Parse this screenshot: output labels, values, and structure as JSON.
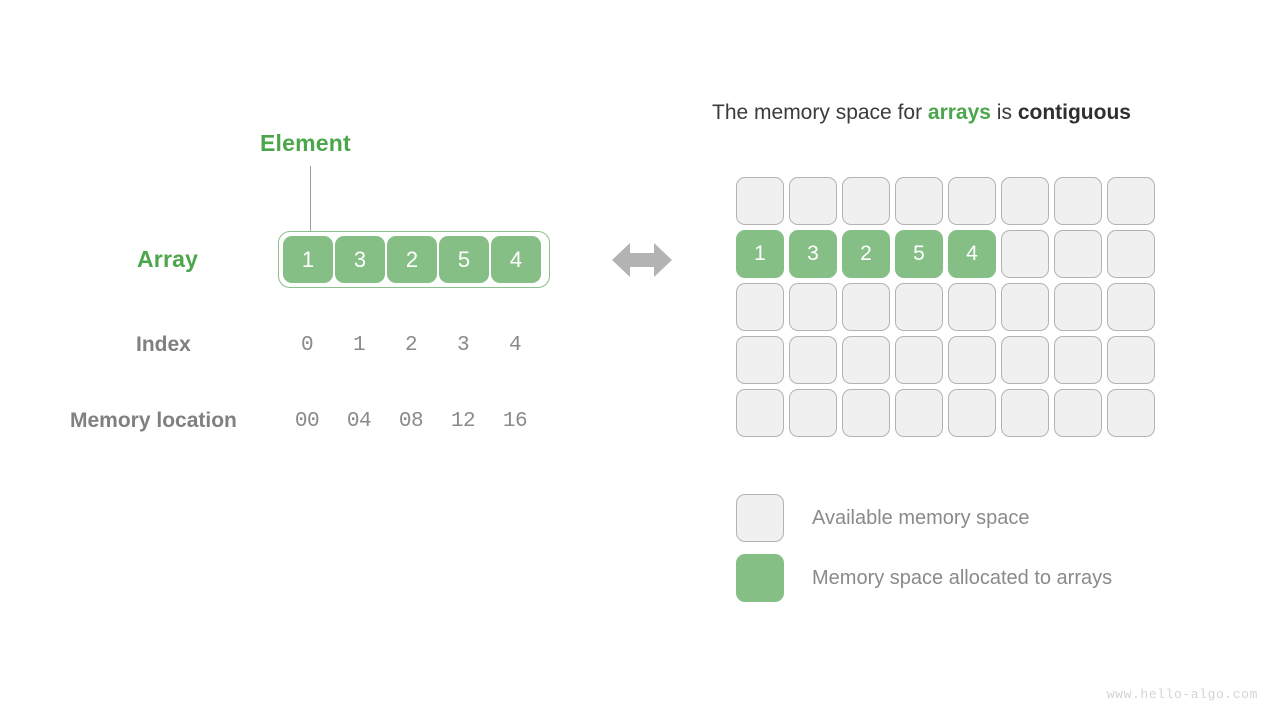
{
  "left": {
    "element_label": "Element",
    "array_label": "Array",
    "index_label": "Index",
    "memory_label": "Memory location",
    "array_values": [
      "1",
      "3",
      "2",
      "5",
      "4"
    ],
    "index_values": [
      "0",
      "1",
      "2",
      "3",
      "4"
    ],
    "memory_values": [
      "00",
      "04",
      "08",
      "12",
      "16"
    ],
    "arrow_icon": "double-arrow-horizontal-icon"
  },
  "right": {
    "title": {
      "part1": "The memory space for ",
      "emphasis_green": "arrays",
      "part2": " is ",
      "emphasis_dark": "contiguous"
    },
    "grid": {
      "columns": 8,
      "rows": 5,
      "cells": [
        [
          "",
          "",
          "",
          "",
          "",
          "",
          "",
          ""
        ],
        [
          "1",
          "3",
          "2",
          "5",
          "4",
          "",
          "",
          ""
        ],
        [
          "",
          "",
          "",
          "",
          "",
          "",
          "",
          ""
        ],
        [
          "",
          "",
          "",
          "",
          "",
          "",
          "",
          ""
        ],
        [
          "",
          "",
          "",
          "",
          "",
          "",
          "",
          ""
        ]
      ]
    },
    "legend": [
      {
        "type": "free",
        "label": "Available memory space"
      },
      {
        "type": "used",
        "label": "Memory space allocated to arrays"
      }
    ]
  },
  "watermark": "www.hello-algo.com",
  "colors": {
    "accent_green_dark": "#4ca64c",
    "cell_green": "#86bf86",
    "free_fill": "#f0f0f0",
    "free_border": "#b3b3b3",
    "text_gray": "#8a8a8a",
    "label_gray": "#808080",
    "title_dark": "#2f2f2f",
    "arrow_gray": "#b3b3b3"
  }
}
